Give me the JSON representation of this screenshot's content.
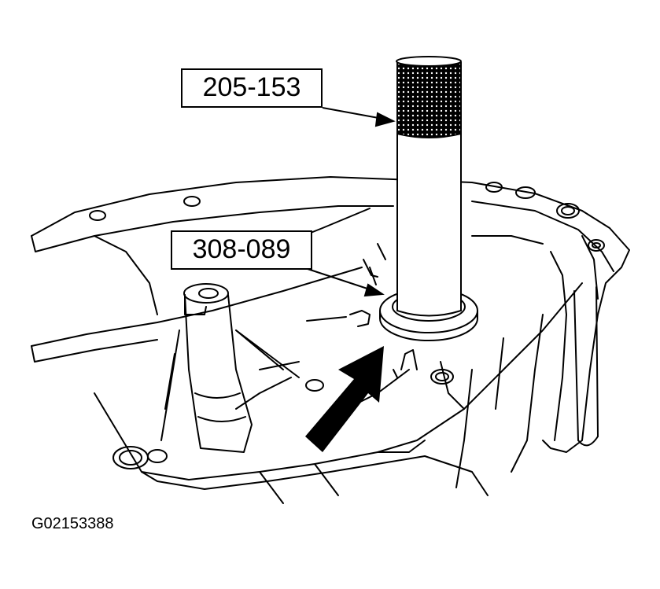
{
  "callouts": {
    "tool_primary": "205-153",
    "tool_installer": "308-089"
  },
  "figure_id": "G02153388",
  "colors": {
    "ink": "#000000",
    "paper": "#ffffff"
  }
}
